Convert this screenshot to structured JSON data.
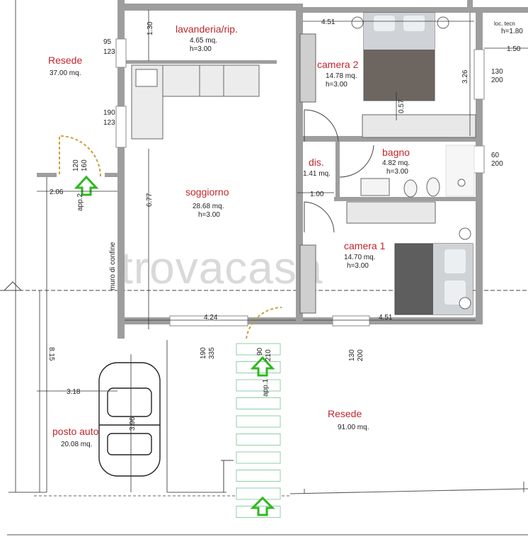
{
  "rooms": {
    "lavanderia": {
      "name": "lavanderia/rip.",
      "area": "4.65 mq.",
      "height": "h=3.00"
    },
    "camera2": {
      "name": "camera 2",
      "area": "14.78 mq.",
      "height": "h=3.00"
    },
    "soggiorno": {
      "name": "soggiorno",
      "area": "28.68 mq.",
      "height": "h=3.00"
    },
    "dis": {
      "name": "dis.",
      "area": "1.41 mq."
    },
    "bagno": {
      "name": "bagno",
      "area": "4.82 mq.",
      "height": "h=3.00"
    },
    "camera1": {
      "name": "camera 1",
      "area": "14.70 mq.",
      "height": "h=3.00"
    },
    "resede_left": {
      "name": "Resede",
      "area": "37.00 mq."
    },
    "resede_bottom": {
      "name": "Resede",
      "area": "91.00 mq."
    },
    "posto_auto": {
      "name": "posto auto",
      "area": "20.08 mq."
    },
    "loc_tecn": {
      "name": "loc. tecn",
      "height": "h=1.80"
    }
  },
  "dimensions": {
    "lav_height": "1.30",
    "cam2_width": "4.51",
    "cam2_height": "3.26",
    "cam2_wardrobe": "0.57",
    "soggiorno_height": "6.77",
    "soggiorno_width": "4.24",
    "cam1_width": "4.51",
    "dis_width": "1.00",
    "resede_width": "2.06",
    "parking_width": "3.18",
    "parking_length": "3.96",
    "total_length": "8.15",
    "loc_width": "1.50"
  },
  "openings": {
    "w_lav_a": "95",
    "w_lav_b": "123",
    "w_left_a": "190",
    "w_left_b": "123",
    "d_left_a": "120",
    "d_left_b": "160",
    "w_cam2_a": "130",
    "w_cam2_b": "200",
    "w_bagno_a": "60",
    "w_bagno_b": "200",
    "w_sogg_a": "190",
    "w_sogg_b": "335",
    "d_main_a": "90",
    "d_main_b": "210",
    "w_cam1_a": "130",
    "w_cam1_b": "200"
  },
  "labels": {
    "app2": "app.2",
    "app1": "app.1",
    "muro": "muro di confine"
  },
  "watermark": "trovacasa",
  "colors": {
    "wall": "#9e9e9e",
    "room_text": "#c0262c",
    "arrow": "#2fb81f",
    "door": "#c9a13b",
    "path": "#8fcfa8"
  }
}
